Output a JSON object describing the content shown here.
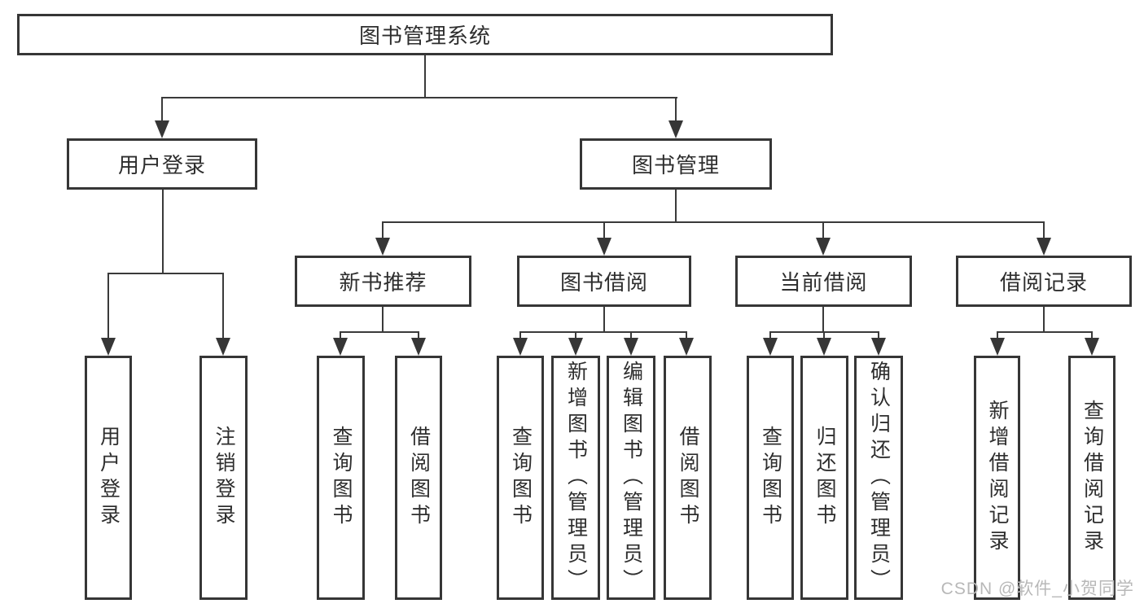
{
  "diagram": {
    "root": {
      "label": "图书管理系统"
    },
    "level2": {
      "user_login": {
        "label": "用户登录"
      },
      "book_management": {
        "label": "图书管理"
      }
    },
    "level3": {
      "new_book_recommend": {
        "label": "新书推荐"
      },
      "book_borrowing": {
        "label": "图书借阅"
      },
      "current_borrowing": {
        "label": "当前借阅"
      },
      "borrowing_records": {
        "label": "借阅记录"
      }
    },
    "leaves": {
      "user_login_action": {
        "label": "用户登录"
      },
      "logout_action": {
        "label": "注销登录"
      },
      "recommend_query_books": {
        "label": "查询图书"
      },
      "recommend_borrow_books": {
        "label": "借阅图书"
      },
      "borrowing_query_books": {
        "label": "查询图书"
      },
      "borrowing_add_books": {
        "label": "新增图书（管理员）"
      },
      "borrowing_edit_books": {
        "label": "编辑图书（管理员）"
      },
      "borrowing_borrow_books": {
        "label": "借阅图书"
      },
      "current_query_books": {
        "label": "查询图书"
      },
      "current_return_books": {
        "label": "归还图书"
      },
      "current_confirm_return": {
        "label": "确认归还（管理员）"
      },
      "records_add_record": {
        "label": "新增借阅记录"
      },
      "records_query_record": {
        "label": "查询借阅记录"
      }
    },
    "watermark": "CSDN @软件_小贺同学"
  },
  "colors": {
    "background": "#ffffff",
    "line": "#3a3a3a",
    "border": "#363636",
    "text": "#2e2e2e",
    "watermark": "#b8b8b8"
  }
}
